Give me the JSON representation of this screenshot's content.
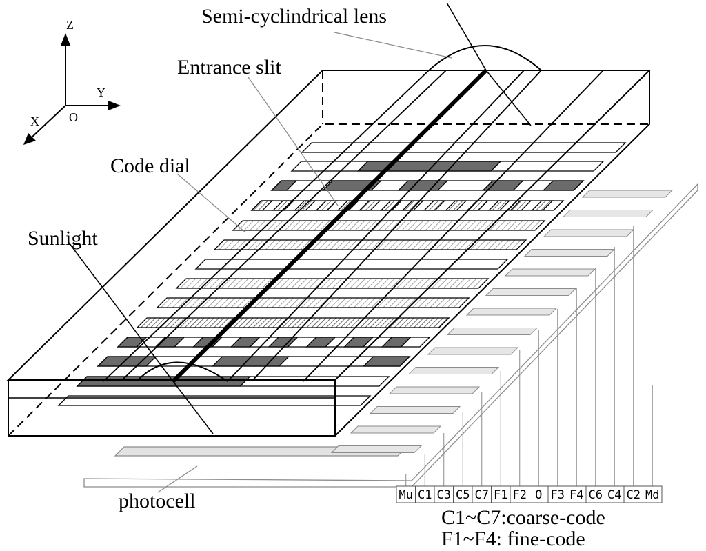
{
  "labels": {
    "lens": "Semi-cyclindrical lens",
    "slit": "Entrance slit",
    "dial": "Code dial",
    "sunlight": "Sunlight",
    "photocell": "photocell"
  },
  "axes": {
    "z": "Z",
    "y": "Y",
    "x": "X",
    "origin": "O"
  },
  "channels": [
    "Mu",
    "C1",
    "C3",
    "C5",
    "C7",
    "F1",
    "F2",
    "O",
    "F3",
    "F4",
    "C6",
    "C4",
    "C2",
    "Md"
  ],
  "legend": {
    "coarse": "C1~C7:coarse-code",
    "fine": "F1~F4: fine-code"
  },
  "colors": {
    "line": "#000000",
    "dark_segment": "#6b6b6b",
    "hatch": "#909090",
    "photocell_line": "#8c8c8c"
  }
}
